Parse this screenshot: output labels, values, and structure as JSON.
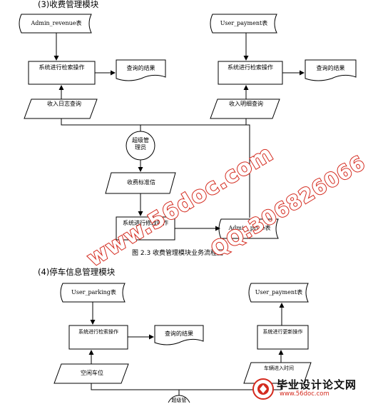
{
  "section3": {
    "title": "(3)收费管理模块",
    "nodes": {
      "admin_revenue": "Admin_revenue表",
      "user_payment": "User_payment表",
      "search_left": "系统进行检索操作",
      "search_right": "系统进行检索操作",
      "result_left": "查询的结果",
      "result_right": "查询的结果",
      "income_log": "收入日志查询",
      "income_detail": "收入明细查询",
      "super_admin": "超级管理员",
      "fee_standard": "收费标准信",
      "modify_op": "系统进行修改操作",
      "admin_price": "Admin_price表"
    },
    "caption": "图 2.3  收费管理模块业务流程图"
  },
  "section4": {
    "title": "(4)停车信息管理模块",
    "nodes": {
      "user_parking": "User_parking表",
      "user_payment": "User_payment表",
      "search_op": "系统进行检索操作",
      "result": "查询的结果",
      "update_op": "系统进行更新操作",
      "free_space": "空闲车位",
      "entry_time": "车辆进入时间",
      "super_admin_partial": "超级管"
    }
  },
  "watermark": {
    "main": "www.56doc.com",
    "qq": "QQ:306826066",
    "logo_text": "毕业设计论文网",
    "logo_url": "www.56doc.com",
    "color": "#d42a1e"
  }
}
